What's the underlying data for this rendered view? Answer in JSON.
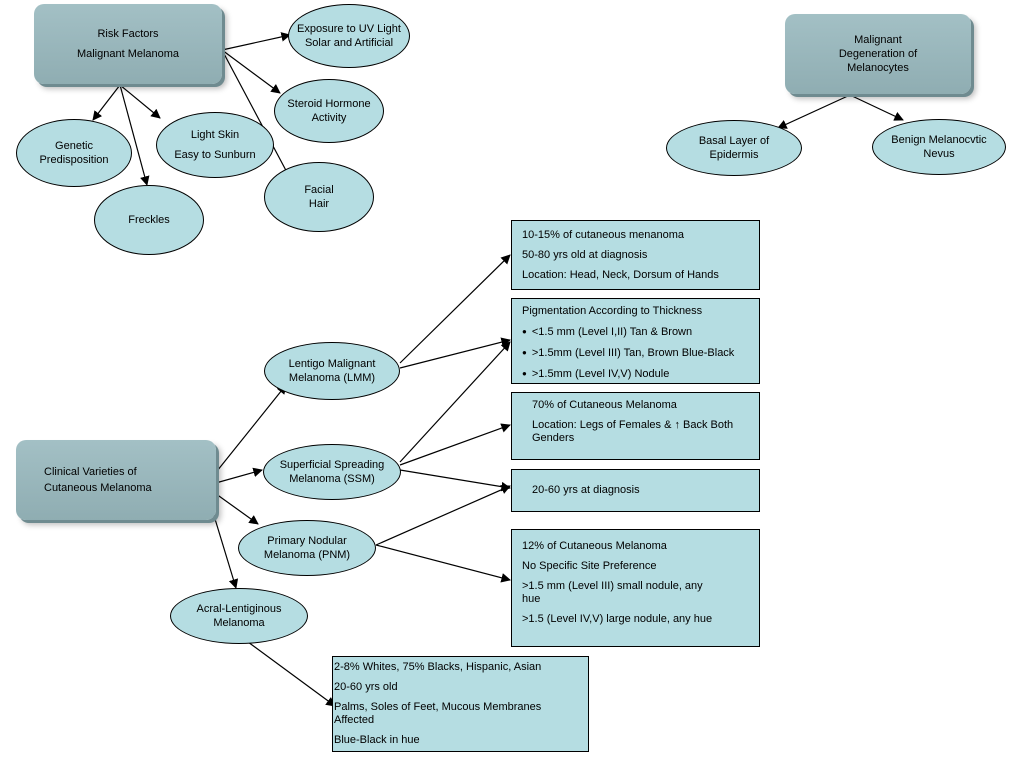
{
  "risk_factors": {
    "title_line1": "Risk Factors",
    "title_line2": "Malignant Melanoma",
    "uv": [
      "Exposure to UV Light",
      "Solar and Artificial"
    ],
    "steroid": [
      "Steroid Hormone",
      "Activity"
    ],
    "facial": [
      "Facial",
      "Hair"
    ],
    "genetic": [
      "Genetic",
      "Predisposition"
    ],
    "light_skin": [
      "Light Skin",
      "Easy to Sunburn"
    ],
    "freckles": "Freckles"
  },
  "degeneration": {
    "title": [
      "Malignant",
      "Degeneration of",
      "Melanocytes"
    ],
    "basal": [
      "Basal Layer of",
      "Epidermis"
    ],
    "benign": [
      "Benign Melanocvtic",
      "Nevus"
    ]
  },
  "clinical": {
    "title": [
      "Clinical Varieties of",
      "Cutaneous Melanoma"
    ],
    "lmm": [
      "Lentigo Malignant",
      "Melanoma (LMM)"
    ],
    "ssm": [
      "Superficial Spreading",
      "Melanoma (SSM)"
    ],
    "pnm": [
      "Primary Nodular",
      "Melanoma (PNM)"
    ],
    "alm": [
      "Acral-Lentiginous",
      "Melanoma"
    ]
  },
  "boxes": {
    "lmm_info": [
      "10-15% of cutaneous menanoma",
      "50-80 yrs old at diagnosis",
      "Location: Head, Neck, Dorsum of Hands"
    ],
    "pigmentation": {
      "title": "Pigmentation According to Thickness",
      "items": [
        "<1.5 mm (Level I,II) Tan & Brown",
        ">1.5mm (Level III) Tan, Brown Blue-Black",
        ">1.5mm (Level IV,V) Nodule"
      ]
    },
    "ssm_info": [
      "70% of Cutaneous Melanoma",
      "Location: Legs of Females & ↑ Back Both Genders"
    ],
    "age_info": "20-60 yrs at diagnosis",
    "pnm_info": [
      "12% of Cutaneous Melanoma",
      "No Specific Site Preference",
      ">1.5 mm (Level III) small nodule, any hue",
      ">1.5 (Level IV,V) large nodule, any hue"
    ],
    "alm_info": [
      "2-8% Whites, 75% Blacks, Hispanic, Asian",
      "20-60 yrs old",
      "Palms, Soles of Feet, Mucous Membranes Affected",
      "Blue-Black in hue"
    ]
  }
}
